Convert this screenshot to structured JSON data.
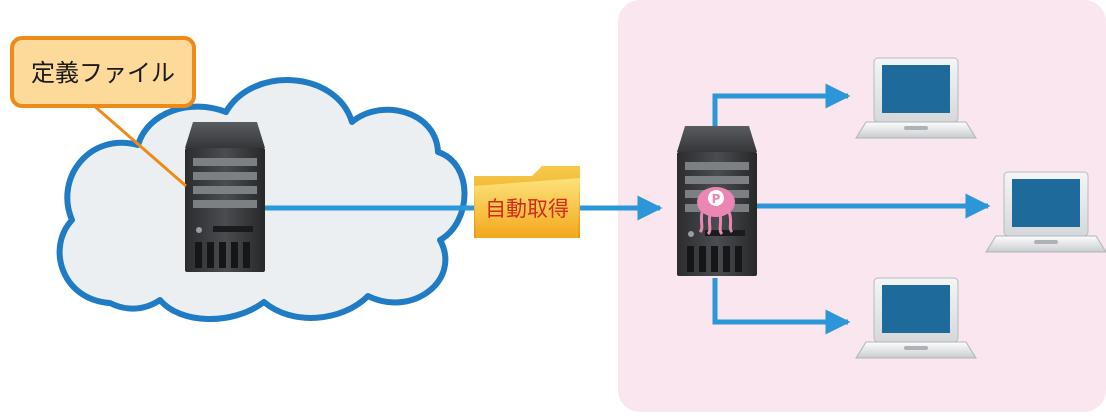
{
  "callout": {
    "label": "定義ファイル"
  },
  "folder": {
    "label": "自動取得"
  },
  "server_logo": {
    "letter": "P"
  },
  "colors": {
    "line": "#2b97d8",
    "cloud_fill": "#eceff2",
    "cloud_stroke": "#1f7bc4",
    "callout_fill": "#fdd99a",
    "callout_stroke": "#ee8a17",
    "pink_bg": "#fae6ef",
    "folder_label": "#d42a1a",
    "logo_pink": "#ec86b3"
  },
  "icons": {
    "cloud_server": "server-tower-icon",
    "local_server": "server-tower-icon",
    "clients": [
      "laptop-icon",
      "laptop-icon",
      "laptop-icon"
    ],
    "folder": "folder-icon"
  }
}
